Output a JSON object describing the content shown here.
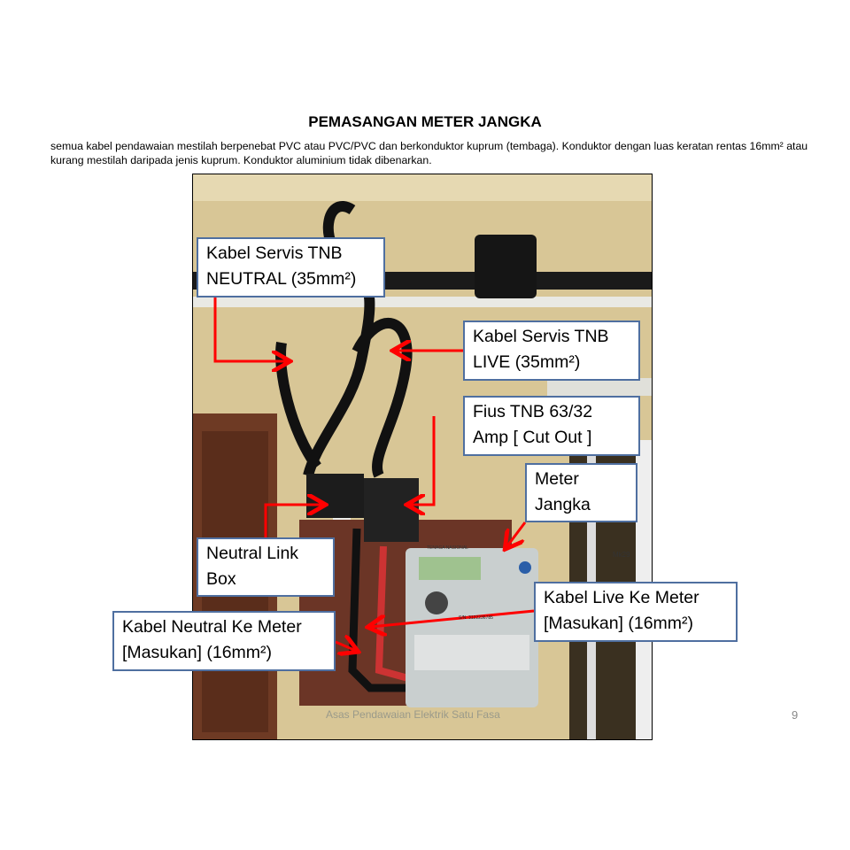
{
  "slide": {
    "title": "PEMASANGAN METER JANGKA",
    "paragraph": "semua kabel pendawaian mestilah berpenebat PVC atau PVC/PVC dan berkonduktor kuprum (tembaga). Konduktor dengan luas keratan rentas 16mm² atau kurang mestilah daripada jenis kuprum. Konduktor aluminium tidak dibenarkan.",
    "footer": "Asas Pendawaian Elektrik Satu Fasa",
    "page_number": "9"
  },
  "labels": {
    "neutral_service": [
      "Kabel Servis TNB",
      "NEUTRAL (35mm²)"
    ],
    "live_service": [
      "Kabel Servis TNB",
      "LIVE (35mm²)"
    ],
    "fuse": [
      "Fius TNB 63/32",
      "Amp [ Cut Out ]"
    ],
    "meter": [
      "Meter",
      "Jangka"
    ],
    "neutral_link": [
      "Neutral Link",
      "Box"
    ],
    "live_to_meter": [
      "Kabel Live Ke Meter",
      "[Masukan] (16mm²)"
    ],
    "neutral_to_meter": [
      "Kabel Neutral Ke Meter",
      "[Masukan] (16mm²)"
    ]
  },
  "meter_display": {
    "brand": "TENAGA NASIONAL",
    "model": "Mk29",
    "serial": "S/N: 3122236785"
  },
  "colors": {
    "arrow": "#ff0000",
    "label_border": "#4f6fa0"
  }
}
